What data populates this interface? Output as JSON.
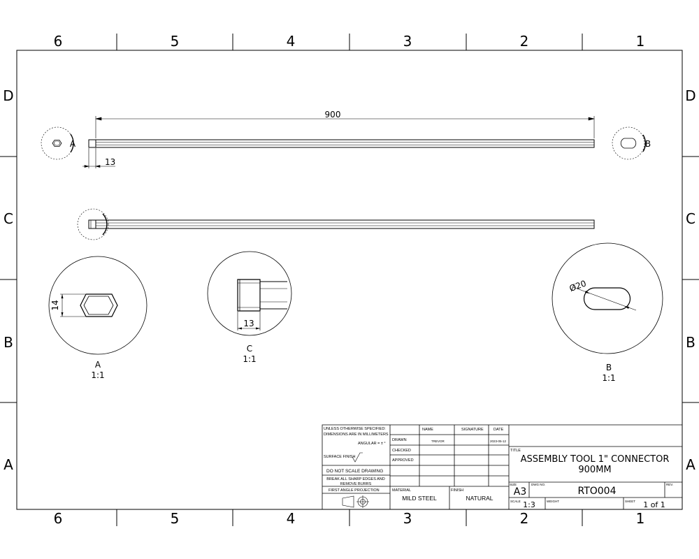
{
  "zones": {
    "columns": [
      "6",
      "5",
      "4",
      "3",
      "2",
      "1"
    ],
    "rows": [
      "D",
      "C",
      "B",
      "A"
    ]
  },
  "dimensions": {
    "overall_length": "900",
    "end_length_top": "13",
    "detail_a_width": "14",
    "detail_c_length": "13",
    "detail_b_diameter": "Ø20"
  },
  "callouts": {
    "a_marker": "A",
    "b_marker": "B"
  },
  "details": {
    "a": {
      "name": "A",
      "scale": "1:1"
    },
    "c": {
      "name": "C",
      "scale": "1:1"
    },
    "b": {
      "name": "B",
      "scale": "1:1"
    }
  },
  "title_block": {
    "notes_line1": "UNLESS OTHERWISE SPECIFIED:",
    "notes_line2": "DIMENSIONS ARE IN MILLIMETERS",
    "angular": "ANGULAR = ± °",
    "surface_finish": "SURFACE FINISH",
    "do_not_scale": "DO NOT SCALE DRAWING",
    "break_edges_1": "BREAK ALL SHARP EDGES AND",
    "break_edges_2": "REMOVE BURRS",
    "projection": "FIRST ANGLE PROJECTION",
    "col_name": "NAME",
    "col_signature": "SIGNATURE",
    "col_date": "DATE",
    "row_drawn": "DRAWN",
    "row_checked": "CHECKED",
    "row_approved": "APPROVED",
    "drawn_name": "TREVOR",
    "drawn_date": "2023-05-12",
    "material_label": "MATERIAL",
    "material": "MILD STEEL",
    "finish_label": "FINISH",
    "finish": "NATURAL",
    "title_label": "TITLE",
    "title_line1": "ASSEMBLY TOOL 1\" CONNECTOR",
    "title_line2": "900MM",
    "size_label": "SIZE",
    "size": "A3",
    "dwg_no_label": "DWG NO.",
    "dwg_no": "RTO004",
    "rev_label": "REV.",
    "scale_label": "SCALE",
    "scale": "1:3",
    "weight_label": "WEIGHT",
    "sheet_label": "SHEET",
    "sheet": "1 of 1"
  }
}
